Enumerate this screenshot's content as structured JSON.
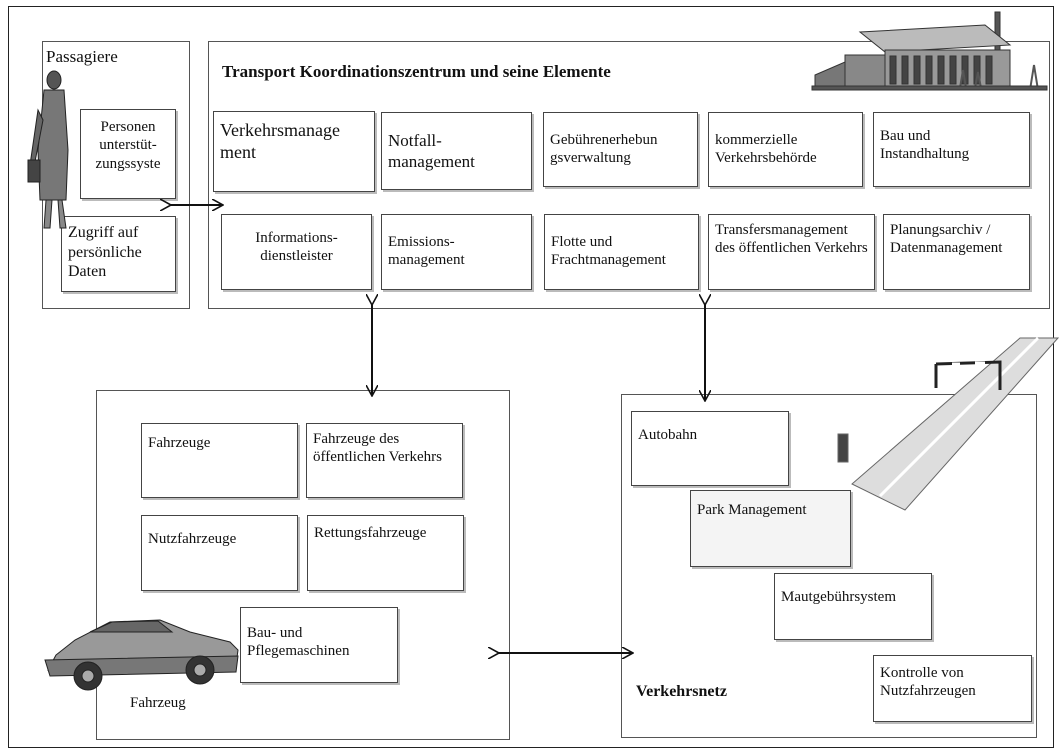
{
  "passengers": {
    "title": "Passagiere",
    "items": [
      "Personen unterstüt- zungssyste",
      "Zugriff auf persönliche Daten"
    ]
  },
  "center": {
    "title": "Transport Koordinationszentrum und seine Elemente",
    "items": [
      "Verkehrsmanage ment",
      "Notfall- management",
      "Gebührenerhebun gsverwaltung",
      "kommerzielle Verkehrsbehörde",
      "Bau und Instandhaltung",
      "Informations- dienstleister",
      "Emissions- management",
      "Flotte und Frachtmanagement",
      "Transfersmanagement des öffentlichen Verkehrs",
      "Planungsarchiv / Datenmanagement"
    ]
  },
  "vehicles": {
    "title": "Fahrzeug",
    "items": [
      "Fahrzeuge",
      "Fahrzeuge des öffentlichen Verkehrs",
      "Nutzfahrzeuge",
      "Rettungsfahrzeuge",
      "Bau- und Pflegemaschinen"
    ]
  },
  "network": {
    "title": "Verkehrsnetz",
    "items": [
      "Autobahn",
      "Park Management",
      "Mautgebührsystem",
      "Kontrolle von Nutzfahrzeugen"
    ]
  }
}
